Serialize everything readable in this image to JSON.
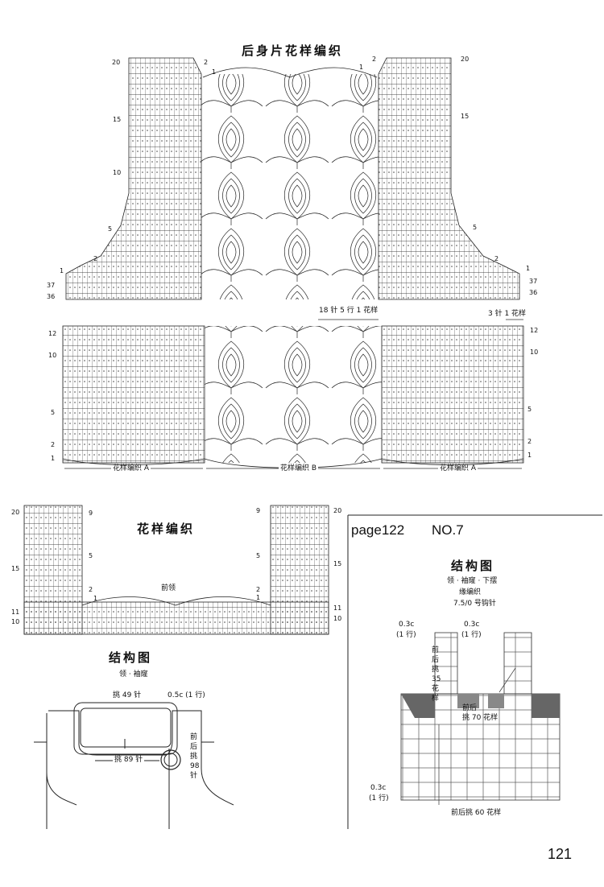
{
  "back_chart": {
    "title": "后身片花样编织",
    "upper_left_rows": [
      "20",
      "15",
      "10",
      "5",
      "2",
      "1",
      "37",
      "36"
    ],
    "upper_right_rows": [
      "2",
      "1",
      "20",
      "15",
      "5",
      "2",
      "1",
      "37",
      "36"
    ],
    "upper_left_top_marks": [
      "2",
      "1"
    ],
    "note_18": "18 针 5 行 1 花样",
    "note_3": "3 针 1 花样",
    "lower_left_rows": [
      "12",
      "10",
      "5",
      "2",
      "1"
    ],
    "lower_right_rows": [
      "12",
      "10",
      "5",
      "2",
      "1"
    ],
    "pattern_a_left": "花样编织 A",
    "pattern_b": "花样编织 B",
    "pattern_a_right": "花样编织 A"
  },
  "front_chart": {
    "title": "花样编织",
    "neck_label": "前领",
    "left_rows": [
      "20",
      "15",
      "11",
      "10"
    ],
    "inner_left_marks": [
      "9",
      "5",
      "2",
      "1"
    ],
    "inner_right_marks": [
      "9",
      "5",
      "2",
      "1"
    ],
    "right_rows": [
      "20",
      "15",
      "11",
      "10"
    ]
  },
  "structure_left": {
    "title": "结构图",
    "subtitle": "领 · 袖窿",
    "pick_49": "挑 49 针",
    "border_05": "0.5c (1 行)",
    "pick_89": "挑 89 针",
    "front_back_98": [
      "前",
      "后",
      "挑",
      "98",
      "针"
    ]
  },
  "next_panel": {
    "page": "page122",
    "no": "NO.7",
    "title": "结构图",
    "sub1": "领 · 袖窿 · 下摆",
    "sub2": "缘编织",
    "sub3": "7.5/0 号钩针",
    "left_03": "0.3c",
    "left_03_rows": "(1 行)",
    "right_03": "0.3c",
    "right_03_rows": "(1 行)",
    "vertical_note": [
      "前",
      "后",
      "挑",
      "35",
      "花",
      "样"
    ],
    "pick_70_a": "前后",
    "pick_70_b": "挑 70 花样",
    "bottom_03": "0.3c",
    "bottom_03_rows": "(1 行)",
    "pick_60": "前后挑 60 花样"
  },
  "page_number": "121"
}
